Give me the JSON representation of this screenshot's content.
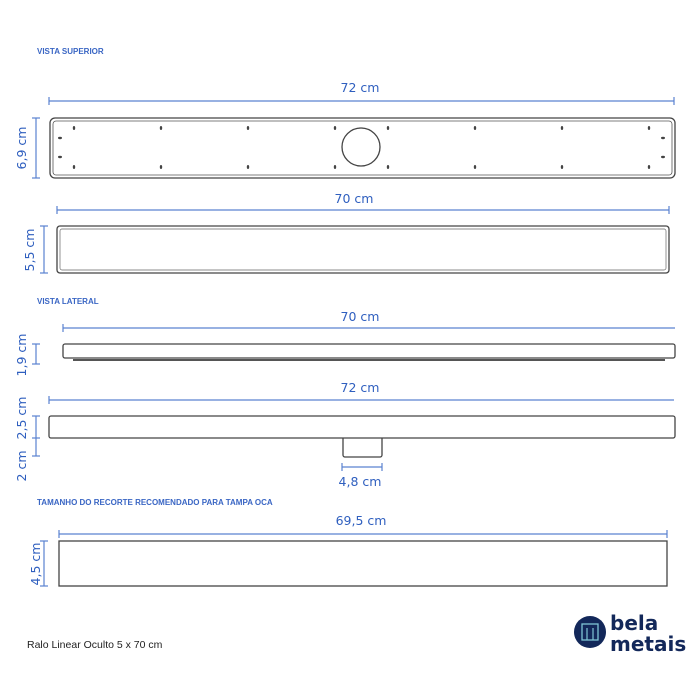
{
  "sections": {
    "top_view": "VISTA SUPERIOR",
    "side_view": "VISTA LATERAL",
    "cutout": "TAMANHO DO RECORTE  RECOMENDADO PARA TAMPA OCA"
  },
  "dimensions": {
    "top_length": "72 cm",
    "top_width": "6,9 cm",
    "grate_length": "70 cm",
    "grate_width": "5,5 cm",
    "side_grate_length": "70 cm",
    "side_grate_height": "1,9 cm",
    "side_body_length": "72 cm",
    "side_body_height": "2,5 cm",
    "outlet_height": "2 cm",
    "outlet_width": "4,8 cm",
    "cutout_length": "69,5 cm",
    "cutout_width": "4,5 cm"
  },
  "caption": "Ralo Linear Oculto 5 x 70 cm",
  "logo": {
    "line1": "bela",
    "line2": "metais"
  },
  "colors": {
    "dimension": "#2f5fbf",
    "logo": "#13285a"
  }
}
